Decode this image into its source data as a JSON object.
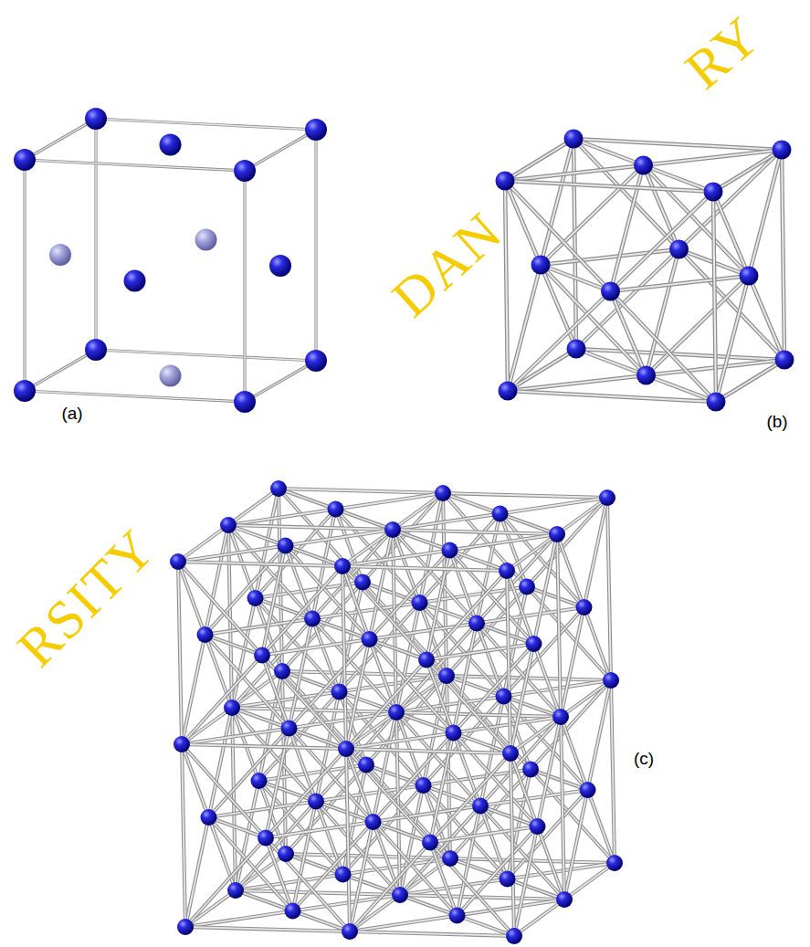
{
  "diagram": {
    "labels": [
      "(a)",
      "(b)",
      "(c)",
      "RY",
      "DAN",
      "RSITY"
    ]
  }
}
